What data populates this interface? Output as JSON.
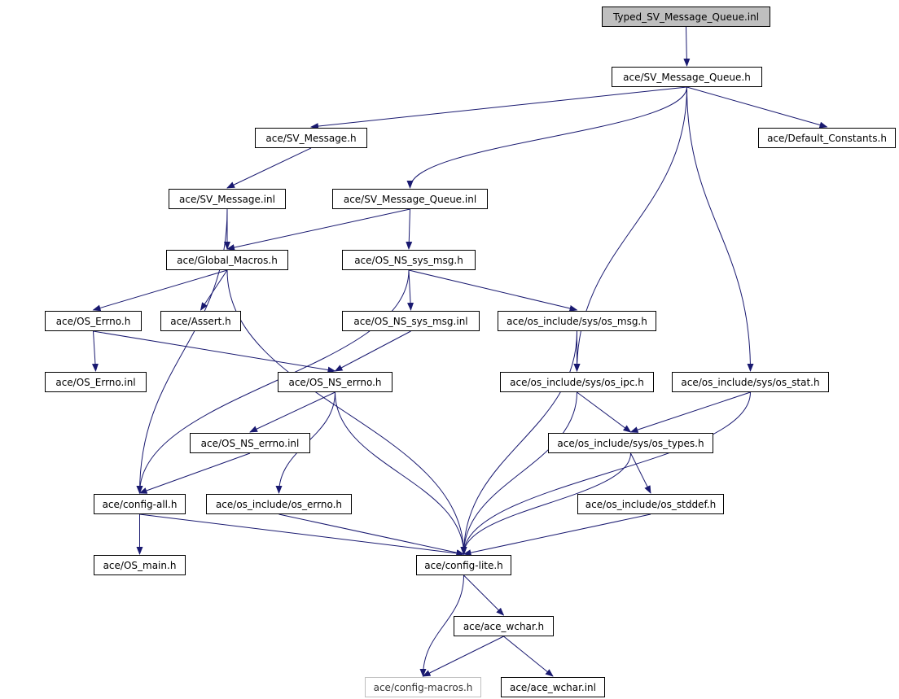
{
  "colors": {
    "edge": "#191970",
    "node_border": "#000000",
    "root_fill": "#bfbfbf",
    "external_border": "#bfbfbf"
  },
  "nodes": [
    {
      "id": "typed_sv_message_queue_inl",
      "label": "Typed_SV_Message_Queue.inl",
      "kind": "root"
    },
    {
      "id": "sv_message_queue_h",
      "label": "ace/SV_Message_Queue.h",
      "kind": "file"
    },
    {
      "id": "sv_message_h",
      "label": "ace/SV_Message.h",
      "kind": "file"
    },
    {
      "id": "default_constants_h",
      "label": "ace/Default_Constants.h",
      "kind": "file"
    },
    {
      "id": "sv_message_inl",
      "label": "ace/SV_Message.inl",
      "kind": "file"
    },
    {
      "id": "sv_message_queue_inl",
      "label": "ace/SV_Message_Queue.inl",
      "kind": "file"
    },
    {
      "id": "global_macros_h",
      "label": "ace/Global_Macros.h",
      "kind": "file"
    },
    {
      "id": "os_ns_sys_msg_h",
      "label": "ace/OS_NS_sys_msg.h",
      "kind": "file"
    },
    {
      "id": "os_errno_h",
      "label": "ace/OS_Errno.h",
      "kind": "file"
    },
    {
      "id": "assert_h",
      "label": "ace/Assert.h",
      "kind": "file"
    },
    {
      "id": "os_ns_sys_msg_inl",
      "label": "ace/OS_NS_sys_msg.inl",
      "kind": "file"
    },
    {
      "id": "os_msg_h",
      "label": "ace/os_include/sys/os_msg.h",
      "kind": "file"
    },
    {
      "id": "os_errno_inl",
      "label": "ace/OS_Errno.inl",
      "kind": "file"
    },
    {
      "id": "os_ns_errno_h",
      "label": "ace/OS_NS_errno.h",
      "kind": "file"
    },
    {
      "id": "os_ipc_h",
      "label": "ace/os_include/sys/os_ipc.h",
      "kind": "file"
    },
    {
      "id": "os_stat_h",
      "label": "ace/os_include/sys/os_stat.h",
      "kind": "file"
    },
    {
      "id": "os_ns_errno_inl",
      "label": "ace/OS_NS_errno.inl",
      "kind": "file"
    },
    {
      "id": "os_types_h",
      "label": "ace/os_include/sys/os_types.h",
      "kind": "file"
    },
    {
      "id": "config_all_h",
      "label": "ace/config-all.h",
      "kind": "file"
    },
    {
      "id": "os_include_os_errno_h",
      "label": "ace/os_include/os_errno.h",
      "kind": "file"
    },
    {
      "id": "os_stddef_h",
      "label": "ace/os_include/os_stddef.h",
      "kind": "file"
    },
    {
      "id": "os_main_h",
      "label": "ace/OS_main.h",
      "kind": "file"
    },
    {
      "id": "config_lite_h",
      "label": "ace/config-lite.h",
      "kind": "file"
    },
    {
      "id": "ace_wchar_h",
      "label": "ace/ace_wchar.h",
      "kind": "file"
    },
    {
      "id": "config_macros_h",
      "label": "ace/config-macros.h",
      "kind": "external"
    },
    {
      "id": "ace_wchar_inl",
      "label": "ace/ace_wchar.inl",
      "kind": "file"
    }
  ],
  "edges": [
    [
      "typed_sv_message_queue_inl",
      "sv_message_queue_h"
    ],
    [
      "sv_message_queue_h",
      "sv_message_h"
    ],
    [
      "sv_message_queue_h",
      "default_constants_h"
    ],
    [
      "sv_message_queue_h",
      "sv_message_queue_inl"
    ],
    [
      "sv_message_queue_h",
      "os_ipc_h"
    ],
    [
      "sv_message_queue_h",
      "os_stat_h"
    ],
    [
      "sv_message_h",
      "sv_message_inl"
    ],
    [
      "sv_message_inl",
      "global_macros_h"
    ],
    [
      "sv_message_inl",
      "config_all_h"
    ],
    [
      "sv_message_queue_inl",
      "global_macros_h"
    ],
    [
      "sv_message_queue_inl",
      "os_ns_sys_msg_h"
    ],
    [
      "global_macros_h",
      "os_errno_h"
    ],
    [
      "global_macros_h",
      "assert_h"
    ],
    [
      "global_macros_h",
      "config_lite_h"
    ],
    [
      "os_ns_sys_msg_h",
      "os_ns_sys_msg_inl"
    ],
    [
      "os_ns_sys_msg_h",
      "os_msg_h"
    ],
    [
      "os_ns_sys_msg_h",
      "config_all_h"
    ],
    [
      "os_errno_h",
      "os_errno_inl"
    ],
    [
      "os_errno_h",
      "os_ns_errno_h"
    ],
    [
      "os_ns_sys_msg_inl",
      "os_ns_errno_h"
    ],
    [
      "os_msg_h",
      "os_ipc_h"
    ],
    [
      "os_msg_h",
      "config_lite_h"
    ],
    [
      "os_ns_errno_h",
      "os_ns_errno_inl"
    ],
    [
      "os_ns_errno_h",
      "os_include_os_errno_h"
    ],
    [
      "os_ns_errno_h",
      "config_lite_h"
    ],
    [
      "os_ipc_h",
      "os_types_h"
    ],
    [
      "os_ipc_h",
      "config_lite_h"
    ],
    [
      "os_stat_h",
      "os_types_h"
    ],
    [
      "os_stat_h",
      "config_lite_h"
    ],
    [
      "os_ns_errno_inl",
      "config_all_h"
    ],
    [
      "os_types_h",
      "os_stddef_h"
    ],
    [
      "os_types_h",
      "config_lite_h"
    ],
    [
      "config_all_h",
      "os_main_h"
    ],
    [
      "config_all_h",
      "config_lite_h"
    ],
    [
      "os_include_os_errno_h",
      "config_lite_h"
    ],
    [
      "os_stddef_h",
      "config_lite_h"
    ],
    [
      "config_lite_h",
      "ace_wchar_h"
    ],
    [
      "config_lite_h",
      "config_macros_h"
    ],
    [
      "ace_wchar_h",
      "config_macros_h"
    ],
    [
      "ace_wchar_h",
      "ace_wchar_inl"
    ]
  ]
}
